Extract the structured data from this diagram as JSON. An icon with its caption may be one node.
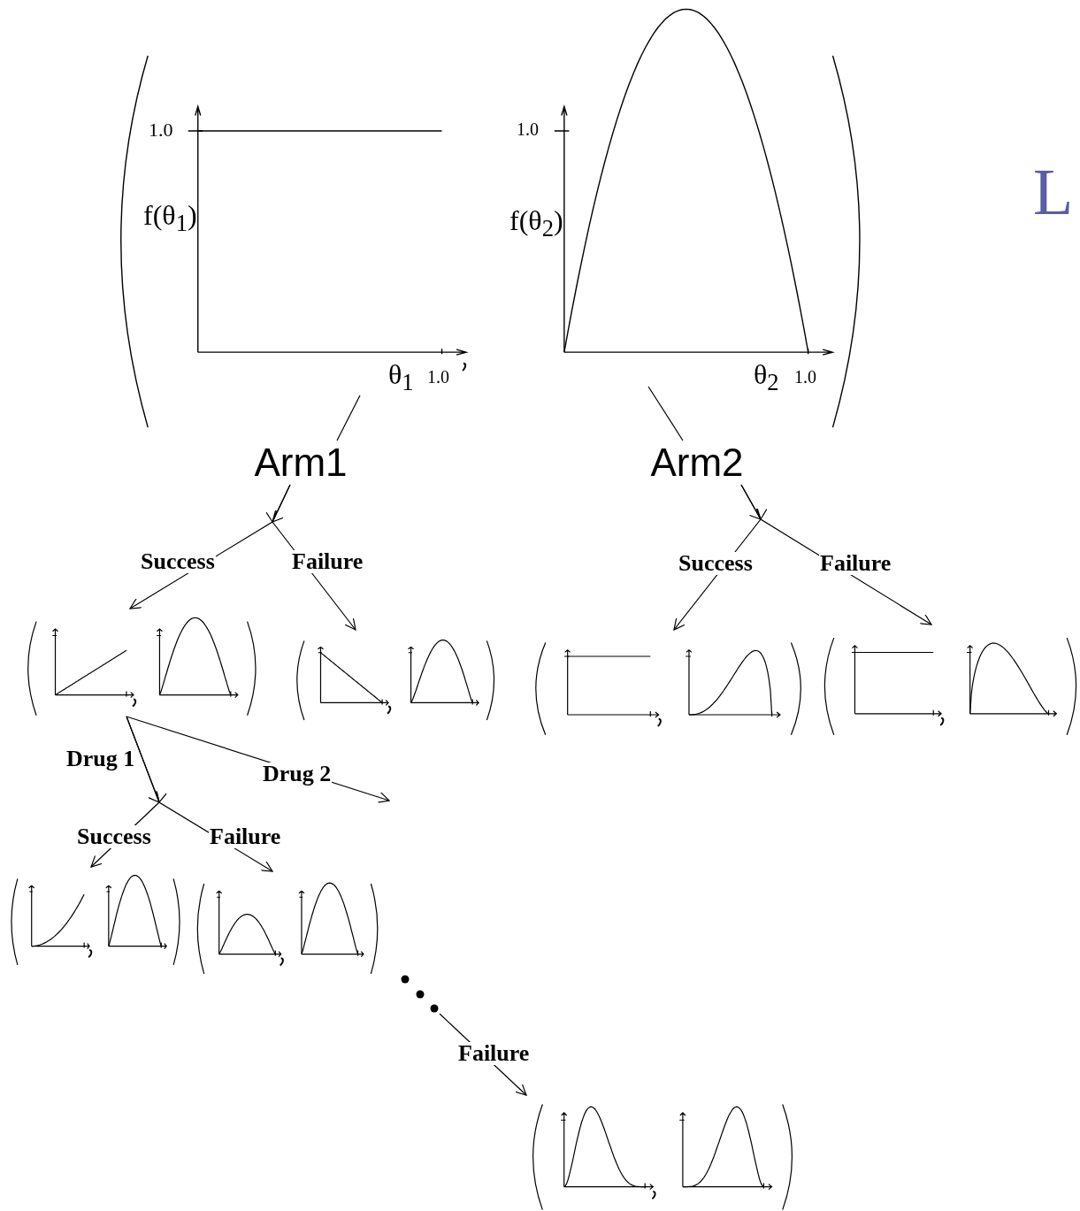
{
  "diagram": {
    "nodes": [
      {
        "text": [
          "1.0",
          "f(θ$_{1}$)",
          "θ$_{1}$",
          "1.0",
          "1.0",
          "f(θ$_{2}$)",
          "θ$_{2}$",
          "1.0"
        ]
      },
      {
        "text": [
          "Arm1"
        ]
      },
      {
        "text": [
          "Arm2"
        ]
      },
      {
        "text": [],
        "shape": "picture"
      },
      {
        "text": [],
        "shape": "picture"
      },
      {
        "text": [],
        "shape": "picture"
      },
      {
        "text": [],
        "shape": "picture"
      },
      {
        "text": [],
        "shape": "picture"
      },
      {
        "text": [],
        "shape": "picture"
      },
      {
        "text": [],
        "shape": "picture"
      },
      {
        "text": [],
        "shape": "dots"
      }
    ],
    "edges": [
      {
        "from": 0,
        "to": 1,
        "arrow": "none"
      },
      {
        "from": 0,
        "to": 2,
        "arrow": "none"
      },
      {
        "from": 1,
        "to": 3,
        "arrow": "to",
        "label": "Success"
      },
      {
        "from": 1,
        "to": 4,
        "arrow": "to",
        "label": "Failure"
      },
      {
        "from": 2,
        "to": 5,
        "arrow": "to",
        "label": "Success"
      },
      {
        "from": 2,
        "to": 6,
        "arrow": "to",
        "label": "Failure"
      },
      {
        "from": 3,
        "to": 7,
        "arrow": "to",
        "label": "Success"
      },
      {
        "from": 3,
        "to": 8,
        "arrow": "to",
        "label": "Failure"
      },
      {
        "from": 3,
        "to": null,
        "arrow": "to",
        "label": "Drug 2"
      },
      {
        "from": 10,
        "to": 9,
        "arrow": "to",
        "label": "Failure"
      }
    ],
    "labels": [
      "Drug 1",
      "L"
    ]
  }
}
